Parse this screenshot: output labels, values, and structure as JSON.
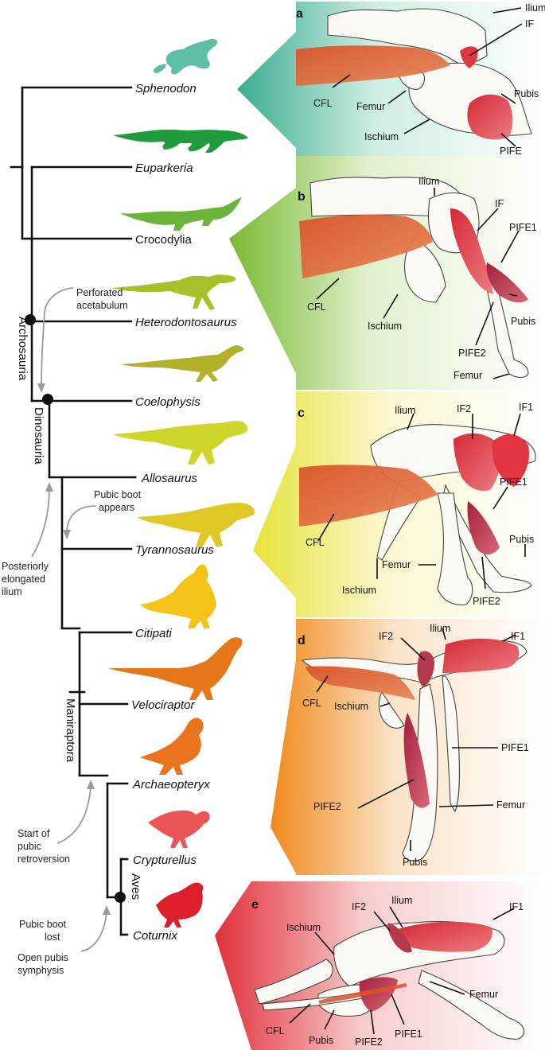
{
  "taxa": [
    {
      "name": "Sphenodon",
      "italic": true,
      "color": "#5fbfa6"
    },
    {
      "name": "Euparkeria",
      "italic": true,
      "color": "#1f9a3e"
    },
    {
      "name": "Crocodylia",
      "italic": false,
      "color": "#6ab43a"
    },
    {
      "name": "Heterodontosaurus",
      "italic": true,
      "color": "#a6c12b"
    },
    {
      "name": "Coelophysis",
      "italic": true,
      "color": "#b3b02a"
    },
    {
      "name": "Allosaurus",
      "italic": true,
      "color": "#cfd62b"
    },
    {
      "name": "Tyrannosaurus",
      "italic": true,
      "color": "#e0c826"
    },
    {
      "name": "Citipati",
      "italic": true,
      "color": "#f5c318"
    },
    {
      "name": "Velociraptor",
      "italic": true,
      "color": "#e57719"
    },
    {
      "name": "Archaeopteryx",
      "italic": true,
      "color": "#e9731e"
    },
    {
      "name": "Crypturellus",
      "italic": true,
      "color": "#ea5555"
    },
    {
      "name": "Coturnix",
      "italic": true,
      "color": "#db1f2b"
    }
  ],
  "clades": {
    "archosauria": "Archosauria",
    "dinosauria": "Dinosauria",
    "maniraptora": "Maniraptora",
    "aves": "Aves"
  },
  "annotations": {
    "perforated": [
      "Perforated",
      "acetabulum"
    ],
    "pubic_boot": [
      "Pubic boot",
      "appears"
    ],
    "ilium": [
      "Posteriorly",
      "elongated",
      "ilium"
    ],
    "retroversion": [
      "Start of",
      "pubic",
      "retroversion"
    ],
    "boot_lost": [
      "Pubic boot",
      "lost"
    ],
    "symphysis": [
      "Open pubis",
      "symphysis"
    ]
  },
  "panels": {
    "a": {
      "letter": "a",
      "labels": {
        "ilium": "Ilium",
        "if": "IF",
        "cfl": "CFL",
        "femur": "Femur",
        "pubis": "Pubis",
        "ischium": "Ischium",
        "pife": "PIFE"
      }
    },
    "b": {
      "letter": "b",
      "labels": {
        "ilium": "Ilium",
        "if": "IF",
        "pife1": "PIFE1",
        "cfl": "CFL",
        "ischium": "Ischium",
        "pubis": "Pubis",
        "pife2": "PIFE2",
        "femur": "Femur"
      }
    },
    "c": {
      "letter": "c",
      "labels": {
        "ilium": "Ilium",
        "if2": "IF2",
        "if1": "IF1",
        "cfl": "CFL",
        "pife1": "PIFE1",
        "pubis": "Pubis",
        "femur": "Femur",
        "ischium": "Ischium",
        "pife2": "PIFE2"
      }
    },
    "d": {
      "letter": "d",
      "labels": {
        "if2": "IF2",
        "ilium": "Ilium",
        "if1": "IF1",
        "cfl": "CFL",
        "ischium": "Ischium",
        "pife1": "PIFE1",
        "pife2": "PIFE2",
        "femur": "Femur",
        "pubis": "Pubis"
      }
    },
    "e": {
      "letter": "e",
      "labels": {
        "ilium": "Ilium",
        "if2": "IF2",
        "if1": "IF1",
        "ischium": "Ischium",
        "femur": "Femur",
        "cfl": "CFL",
        "pubis": "Pubis",
        "pife2": "PIFE2",
        "pife1": "PIFE1"
      }
    }
  }
}
